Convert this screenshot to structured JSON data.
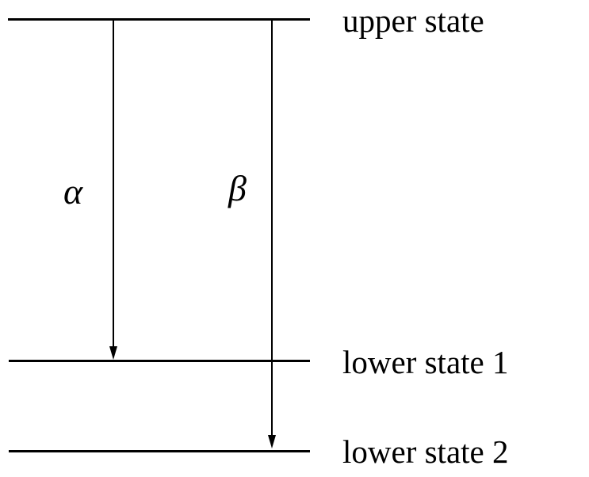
{
  "diagram": {
    "type": "energy-level-diagram",
    "colors": {
      "line": "#000000",
      "text": "#000000",
      "background": "#ffffff"
    },
    "levels": [
      {
        "id": "upper",
        "label": "upper state"
      },
      {
        "id": "lower1",
        "label": "lower state 1"
      },
      {
        "id": "lower2",
        "label": "lower state 2"
      }
    ],
    "transitions": [
      {
        "id": "alpha",
        "label": "α",
        "from": "upper state",
        "to": "lower state 1",
        "direction": "down"
      },
      {
        "id": "beta",
        "label": "β",
        "from": "upper state",
        "to": "lower state 2",
        "direction": "down"
      }
    ]
  }
}
